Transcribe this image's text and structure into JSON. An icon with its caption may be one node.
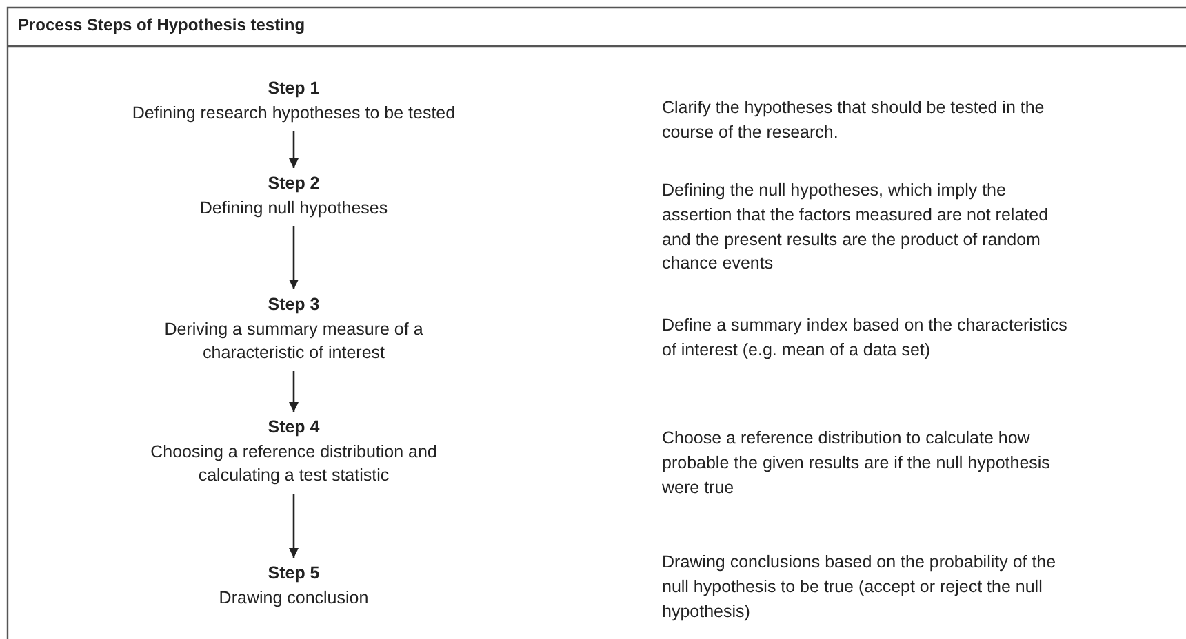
{
  "diagram": {
    "title": "Process Steps of Hypothesis testing",
    "nodes": [
      {
        "text": [
          "Step 1",
          "Defining research hypotheses to be tested"
        ]
      },
      {
        "text": [
          "Step 2",
          "Defining null hypotheses"
        ]
      },
      {
        "text": [
          "Step 3",
          "Deriving a summary measure of a characteristic of interest"
        ]
      },
      {
        "text": [
          "Step 4",
          "Choosing a reference distribution and calculating a test statistic"
        ]
      },
      {
        "text": [
          "Step 5",
          "Drawing conclusion"
        ]
      }
    ],
    "edges": [
      {
        "from": 0,
        "to": 1,
        "arrow": "to"
      },
      {
        "from": 1,
        "to": 2,
        "arrow": "to"
      },
      {
        "from": 2,
        "to": 3,
        "arrow": "to"
      },
      {
        "from": 3,
        "to": 4,
        "arrow": "to"
      }
    ],
    "labels": [
      "Clarify the hypotheses that should be tested in the course of the research.",
      "Defining the null hypotheses, which imply the assertion that the factors measured are not related and the present results are the product of random chance events",
      "Define a summary index based on the characteristics of interest (e.g. mean of a data set)",
      "Choose a reference distribution to calculate how probable the given results are if the null hypothesis were true",
      "Drawing conclusions based on the probability of the null hypothesis to be true (accept or reject the null hypothesis)"
    ]
  }
}
